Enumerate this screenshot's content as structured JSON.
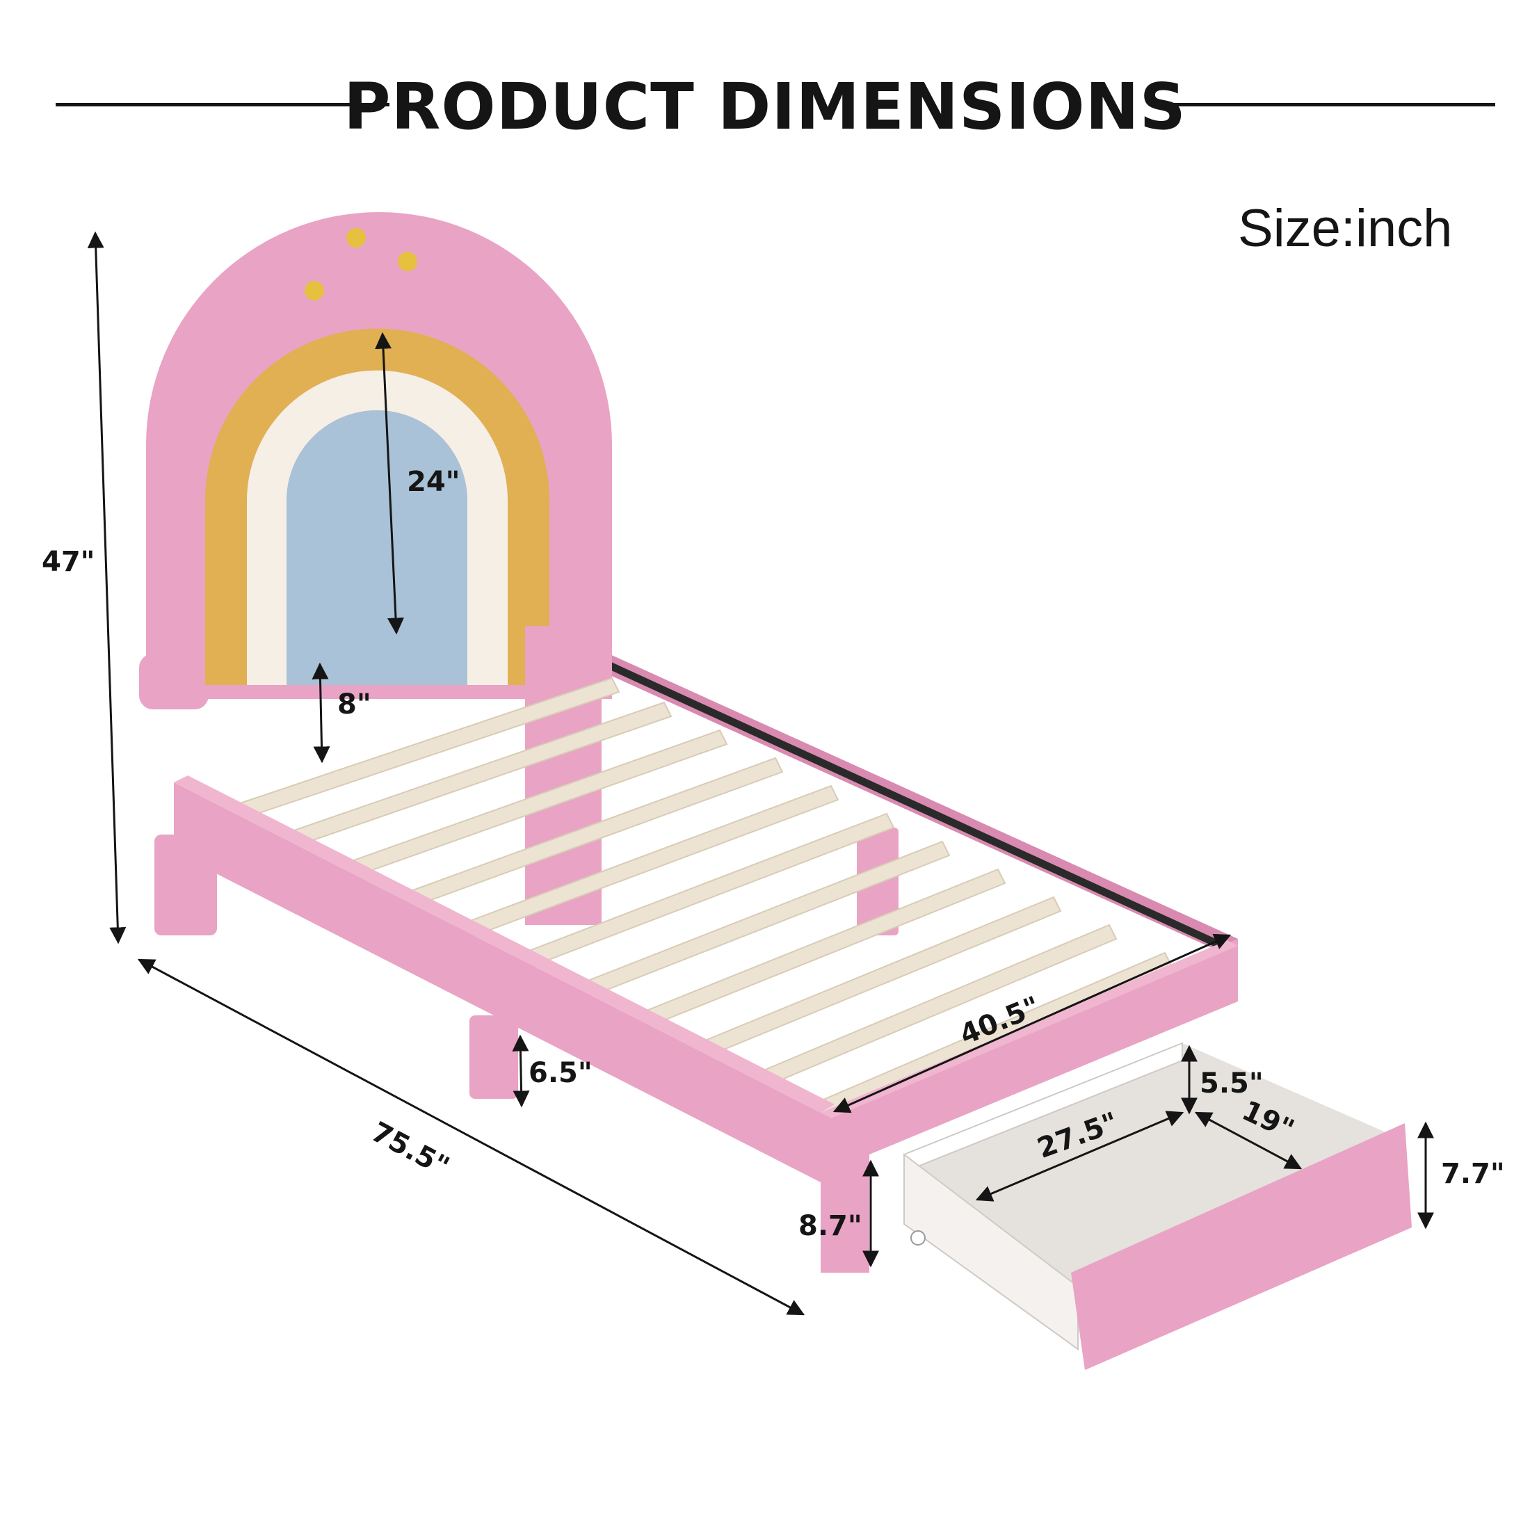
{
  "header": {
    "title": "PRODUCT DIMENSIONS",
    "unit_note": "Size:inch"
  },
  "dimensions": {
    "total_height": "47\"",
    "headboard_height": "24\"",
    "headboard_clearance": "8\"",
    "length": "75.5\"",
    "width": "40.5\"",
    "leg_height": "6.5\"",
    "footboard_height": "8.7\"",
    "drawer_length": "27.5\"",
    "drawer_width": "19\"",
    "drawer_depth": "5.5\"",
    "drawer_front_height": "7.7\""
  },
  "colors": {
    "frame_pink": "#e9a3c4",
    "frame_pink_dark": "#d98ab0",
    "rainbow_gold": "#e0b052",
    "rainbow_cream": "#f6efe6",
    "rainbow_blue": "#a9c2d7",
    "crown_gold": "#e6c13f",
    "slat_beige": "#ece3d2",
    "drawer_white": "#f4f1ee"
  }
}
